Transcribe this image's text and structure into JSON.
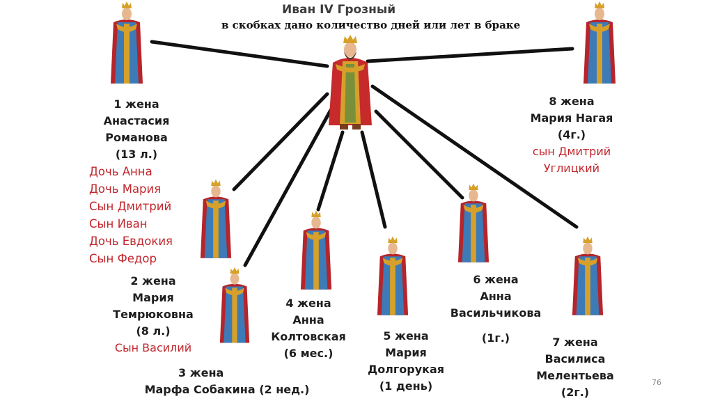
{
  "title": "Иван IV Грозный",
  "subtitle": "в скобках дано количество дней или лет в браке",
  "page_number": "76",
  "colors": {
    "red_text": "#c1272d",
    "line": "#111111",
    "robe_blue": "#3d7ab8",
    "robe_red": "#b5252a",
    "gold": "#d6a02a"
  },
  "wives": [
    {
      "lines": [
        "1 жена",
        "Анастасия",
        "Романова",
        "(13 л.)"
      ],
      "children": [
        "Дочь Анна",
        "Дочь Мария",
        "Сын Дмитрий",
        "Сын Иван",
        "Дочь Евдокия",
        "Сын Федор"
      ]
    },
    {
      "lines": [
        "2 жена",
        "Мария",
        "Темрюковна",
        "(8 л.)"
      ],
      "children": [
        "Сын Василий"
      ]
    },
    {
      "lines": [
        "3 жена",
        "Марфа Собакина (2 нед.)"
      ],
      "children": []
    },
    {
      "lines": [
        "4 жена",
        "Анна",
        "Колтовская",
        "(6 мес.)"
      ],
      "children": []
    },
    {
      "lines": [
        "5 жена",
        "Мария",
        "Долгорукая",
        "(1 день)"
      ],
      "children": []
    },
    {
      "lines": [
        "6 жена",
        "Анна",
        "Васильчикова",
        "(1г.)"
      ],
      "children": []
    },
    {
      "lines": [
        "7 жена",
        "Василиса",
        "Мелентьева",
        "(2г.)"
      ],
      "children": []
    },
    {
      "lines": [
        "8 жена",
        "Мария Нагая",
        "(4г.)"
      ],
      "children": [
        "сын Дмитрий",
        "Углицкий"
      ]
    }
  ]
}
